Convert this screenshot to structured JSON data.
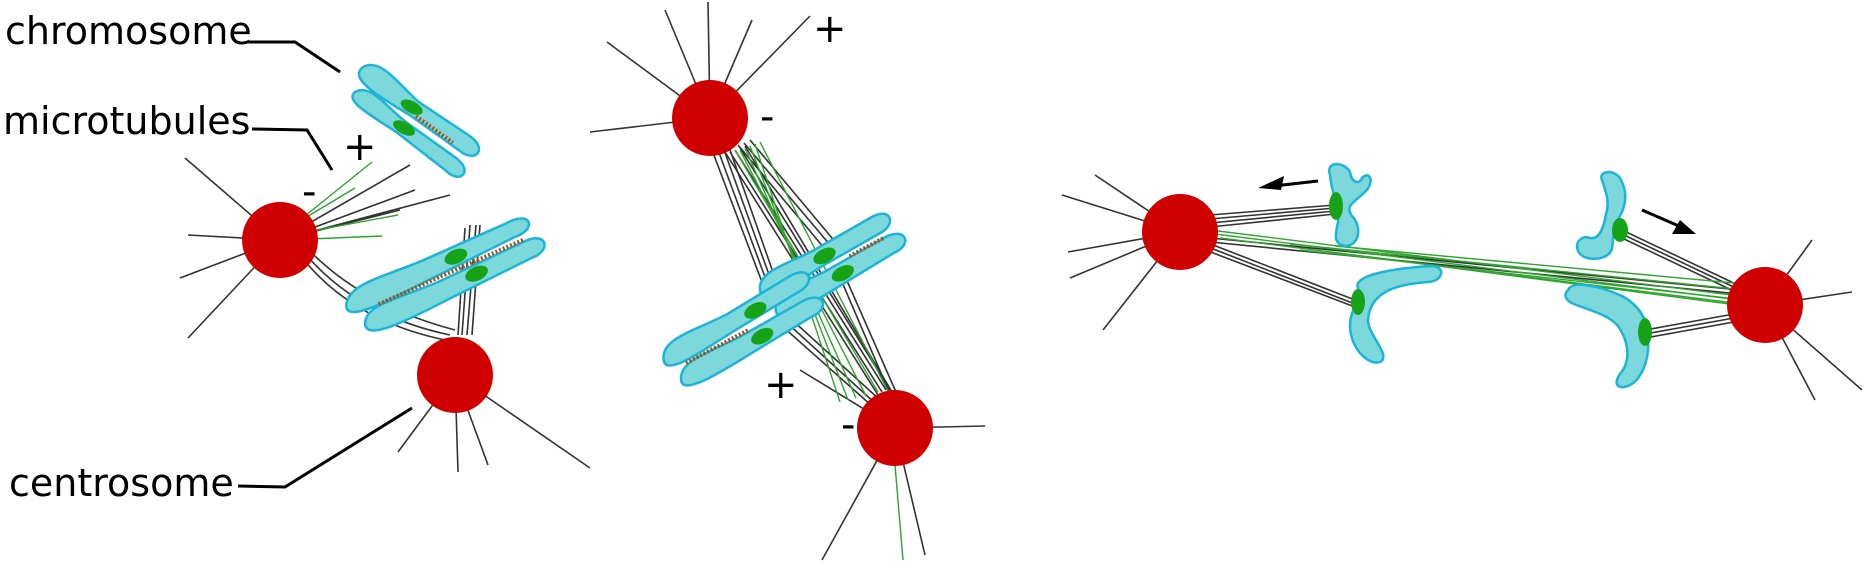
{
  "labels": {
    "chromosome": "chromosome",
    "microtubules": "microtubules",
    "centrosome": "centrosome"
  },
  "signs": {
    "plus": "+",
    "minus": "-"
  },
  "colors": {
    "centrosome": "#d10000",
    "chromosome_fill": "#7dd8dc",
    "chromosome_outline": "#1cb4d8",
    "kinetochore": "#17a317",
    "microtubule": "#333333",
    "kinetochore_microtubule": "#2fa52f"
  }
}
